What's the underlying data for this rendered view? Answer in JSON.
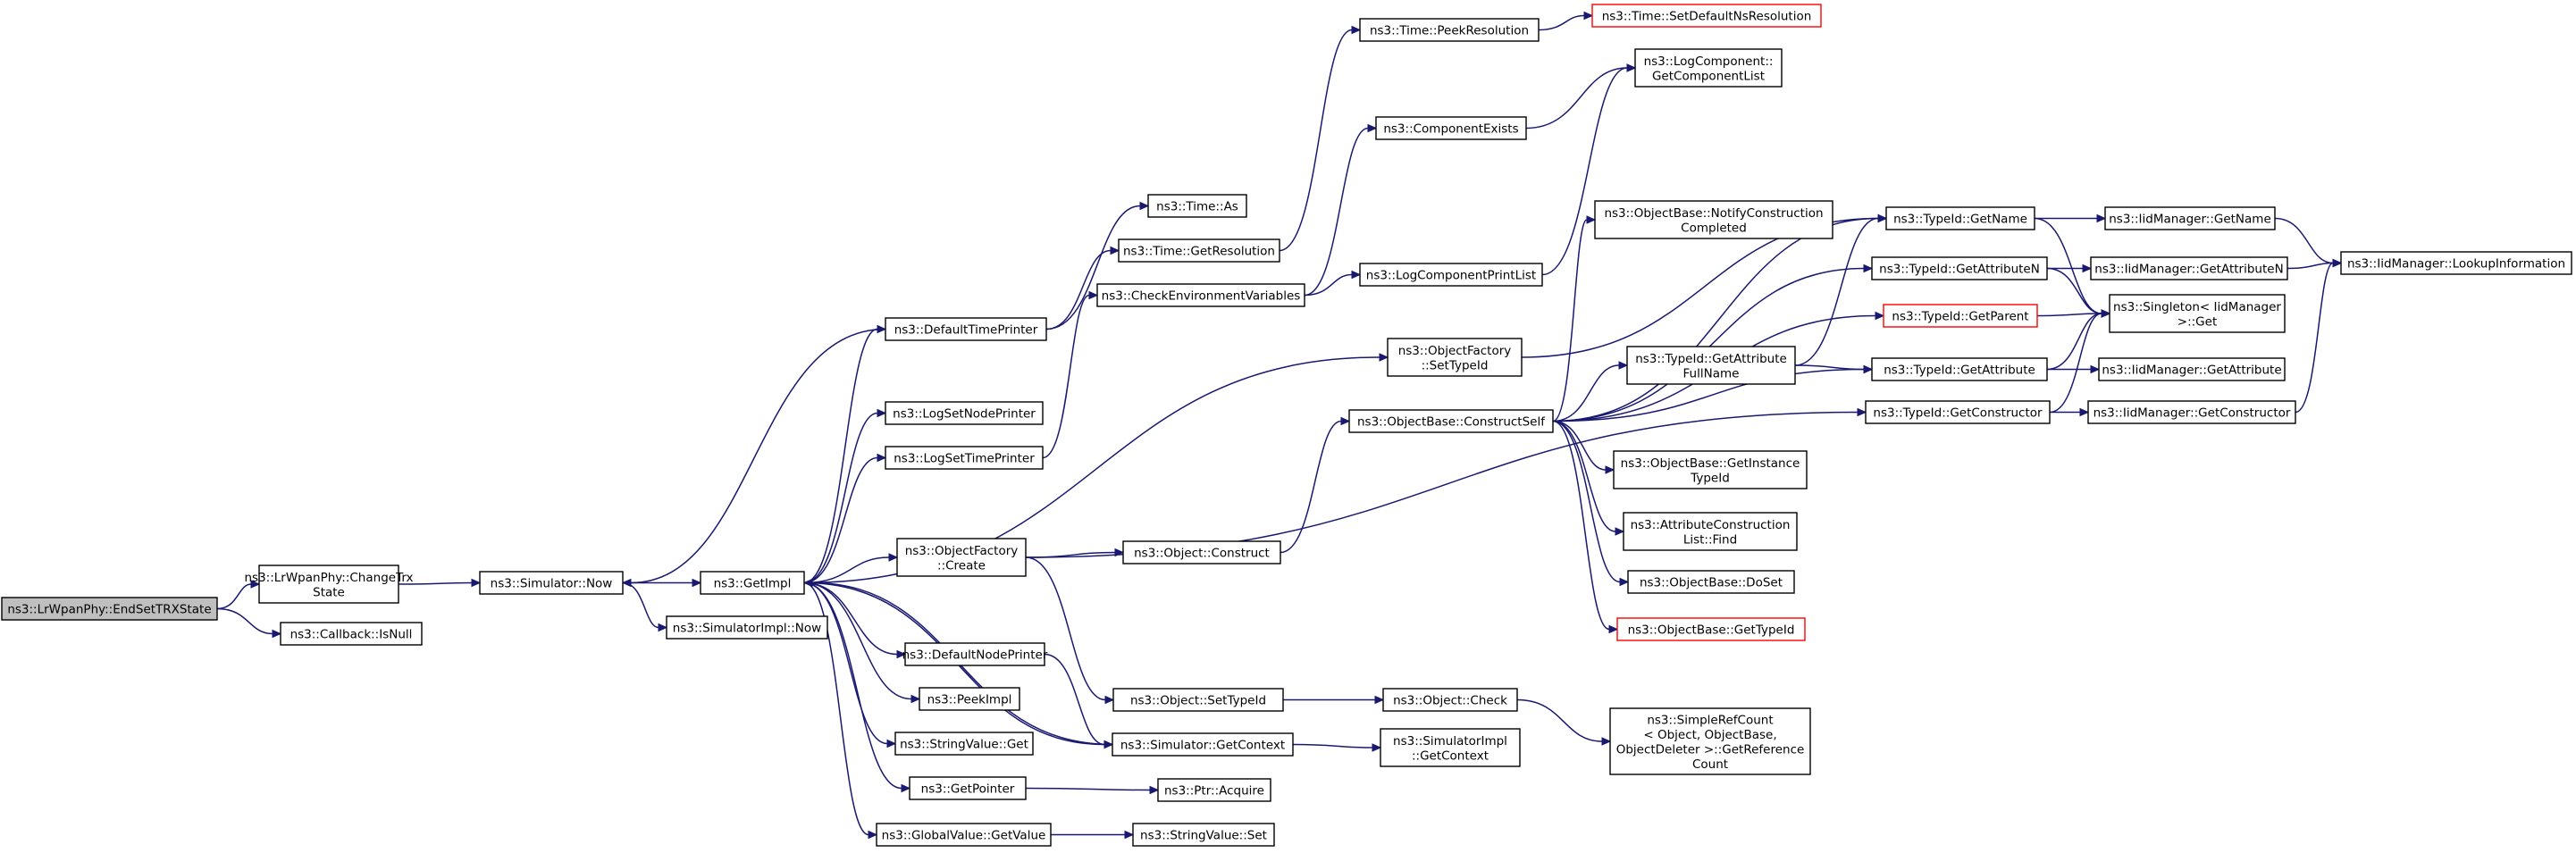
{
  "colors": {
    "edge": "#191970",
    "node_border": "#000000",
    "missing_border": "#ff0000",
    "root_fill": "#bfbfbf"
  },
  "nodes": {
    "endset": [
      "ns3::LrWpanPhy::EndSetTRXState"
    ],
    "changetrx": [
      "ns3::LrWpanPhy::ChangeTrx",
      "State"
    ],
    "isnull": [
      "ns3::Callback::IsNull"
    ],
    "simnow": [
      "ns3::Simulator::Now"
    ],
    "getimpl": [
      "ns3::GetImpl"
    ],
    "simimplnow": [
      "ns3::SimulatorImpl::Now"
    ],
    "defaulttime": [
      "ns3::DefaultTimePrinter"
    ],
    "logsetnode": [
      "ns3::LogSetNodePrinter"
    ],
    "logsettime": [
      "ns3::LogSetTimePrinter"
    ],
    "objfactcreate": [
      "ns3::ObjectFactory",
      "::Create"
    ],
    "defaultnode": [
      "ns3::DefaultNodePrinter"
    ],
    "peekimpl": [
      "ns3::PeekImpl"
    ],
    "strvalget": [
      "ns3::StringValue::Get"
    ],
    "getpointer": [
      "ns3::GetPointer"
    ],
    "globalget": [
      "ns3::GlobalValue::GetValue"
    ],
    "timeas": [
      "ns3::Time::As"
    ],
    "timegetres": [
      "ns3::Time::GetResolution"
    ],
    "checkenv": [
      "ns3::CheckEnvironmentVariables"
    ],
    "objconstruct": [
      "ns3::Object::Construct"
    ],
    "objsettypeid": [
      "ns3::Object::SetTypeId"
    ],
    "simgetctx": [
      "ns3::Simulator::GetContext"
    ],
    "ptracquire": [
      "ns3::Ptr::Acquire"
    ],
    "strvalset": [
      "ns3::StringValue::Set"
    ],
    "peekres": [
      "ns3::Time::PeekResolution"
    ],
    "setdefns": [
      "ns3::Time::SetDefaultNsResolution"
    ],
    "compexists": [
      "ns3::ComponentExists"
    ],
    "logcomplist": [
      "ns3::LogComponent::",
      "GetComponentList"
    ],
    "logprintlist": [
      "ns3::LogComponentPrintList"
    ],
    "objfactsettid": [
      "ns3::ObjectFactory",
      "::SetTypeId"
    ],
    "constructself": [
      "ns3::ObjectBase::ConstructSelf"
    ],
    "simimplctx": [
      "ns3::SimulatorImpl",
      "::GetContext"
    ],
    "objcheck": [
      "ns3::Object::Check"
    ],
    "notifyconstr": [
      "ns3::ObjectBase::NotifyConstruction",
      "Completed"
    ],
    "getattrfull": [
      "ns3::TypeId::GetAttribute",
      "FullName"
    ],
    "getinsttid": [
      "ns3::ObjectBase::GetInstance",
      "TypeId"
    ],
    "attrfind": [
      "ns3::AttributeConstruction",
      "List::Find"
    ],
    "doset": [
      "ns3::ObjectBase::DoSet"
    ],
    "gettypeid": [
      "ns3::ObjectBase::GetTypeId"
    ],
    "simplerefcount": [
      "ns3::SimpleRefCount",
      "< Object, ObjectBase,",
      "ObjectDeleter >::GetReference",
      "Count"
    ],
    "tidgetname": [
      "ns3::TypeId::GetName"
    ],
    "tidgetattrn": [
      "ns3::TypeId::GetAttributeN"
    ],
    "tidgetparent": [
      "ns3::TypeId::GetParent"
    ],
    "tidgetattr": [
      "ns3::TypeId::GetAttribute"
    ],
    "tidgetctor": [
      "ns3::TypeId::GetConstructor"
    ],
    "iidgetname": [
      "ns3::IidManager::GetName"
    ],
    "iidgetattrn": [
      "ns3::IidManager::GetAttributeN"
    ],
    "singleton": [
      "ns3::Singleton< IidManager",
      " >::Get"
    ],
    "iidgetattr": [
      "ns3::IidManager::GetAttribute"
    ],
    "iidgetctor": [
      "ns3::IidManager::GetConstructor"
    ],
    "lookupinfo": [
      "ns3::IidManager::LookupInformation"
    ]
  }
}
